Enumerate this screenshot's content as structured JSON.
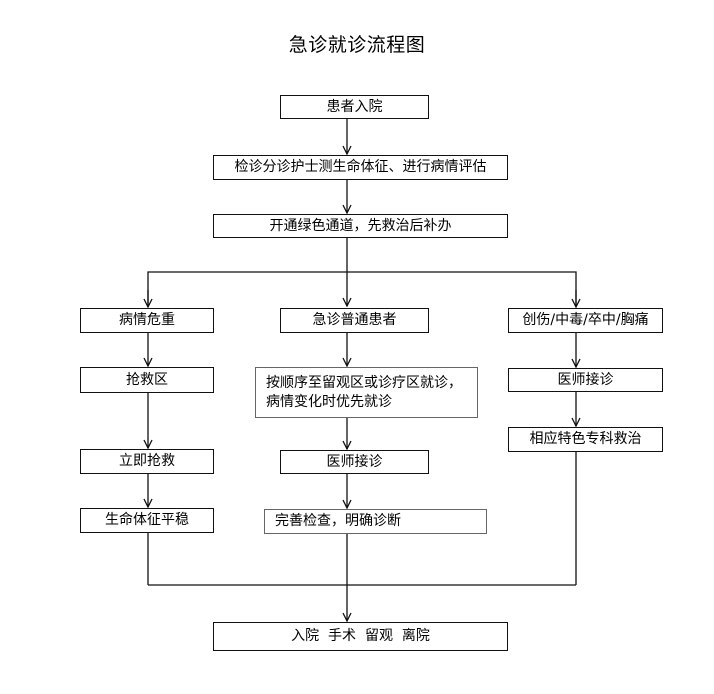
{
  "title": "急诊就诊流程图",
  "nodes": {
    "patient_arrival": "患者入院",
    "triage": "检诊分诊护士测生命体征、进行病情评估",
    "green_channel": "开通绿色通道，先救治后补办",
    "critical": "病情危重",
    "rescue_area": "抢救区",
    "immediate_rescue": "立即抢救",
    "vitals_stable": "生命体征平稳",
    "ordinary": "急诊普通患者",
    "sequential_line1": "按顺序至留观区或诊疗区就诊，",
    "sequential_line2": "病情变化时优先就诊",
    "doctor_visit_middle": "医师接诊",
    "complete_exam": "完善检查，明确诊断",
    "trauma": "创伤/中毒/卒中/胸痛",
    "doctor_visit_right": "医师接诊",
    "specialty_treatment": "相应特色专科救治",
    "outcome": "入院  手术  留观  离院"
  }
}
